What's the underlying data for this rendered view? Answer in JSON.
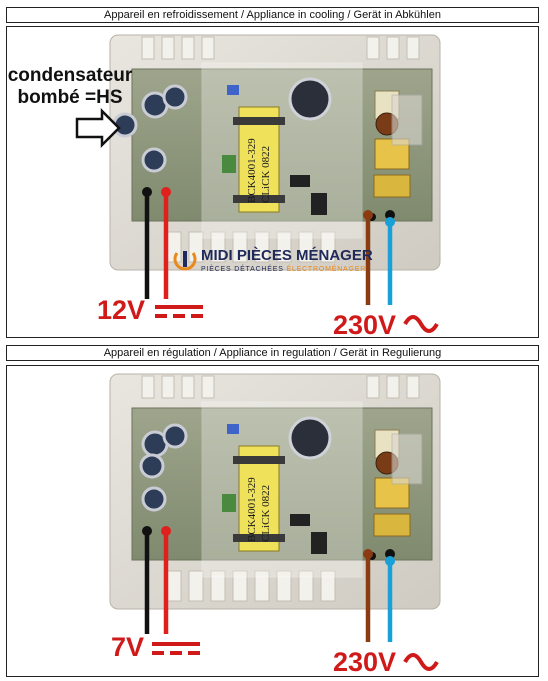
{
  "sections": [
    {
      "header": "Appareil en refroidissement / Appliance in cooling / Gerät in Abkühlen",
      "dc_voltage": "12V",
      "ac_voltage": "230V",
      "annotation": {
        "line1": "condensateur",
        "line2": "bombé =HS"
      }
    },
    {
      "header": "Appareil en régulation / Appliance in regulation / Gerät in Regulierung",
      "dc_voltage": "7V",
      "ac_voltage": "230V"
    }
  ],
  "board": {
    "transformer_line1": "BCK4001-329",
    "transformer_line2": "CLiCK   0822"
  },
  "logo": {
    "name": "MIDI PIÈCES MÉNAGER",
    "tagline_part1": "PIÈCES DÉTACHÉES",
    "tagline_part2": "ÉLECTROMÉNAGER"
  },
  "colors": {
    "label_red": "#d01a1a",
    "wire_red": "#e0201c",
    "wire_black": "#111111",
    "wire_brown": "#8a3b12",
    "wire_blue": "#1aa0d8",
    "logo_navy": "#1f2a5a",
    "logo_orange": "#e8891c"
  }
}
